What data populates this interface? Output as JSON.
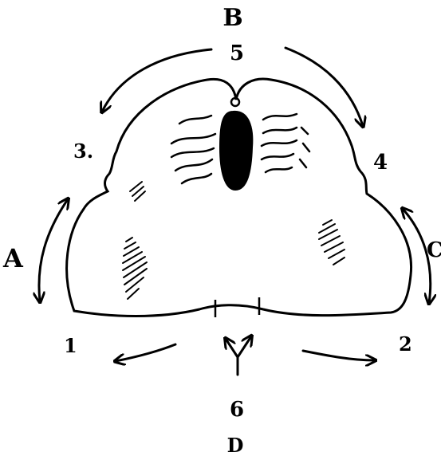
{
  "labels": {
    "letter_a": "A",
    "letter_b": "B",
    "letter_c": "C",
    "letter_d": "D",
    "point_1": "1",
    "point_2": "2",
    "point_3": "3.",
    "point_4": "4",
    "point_5": "5",
    "point_6": "6"
  }
}
